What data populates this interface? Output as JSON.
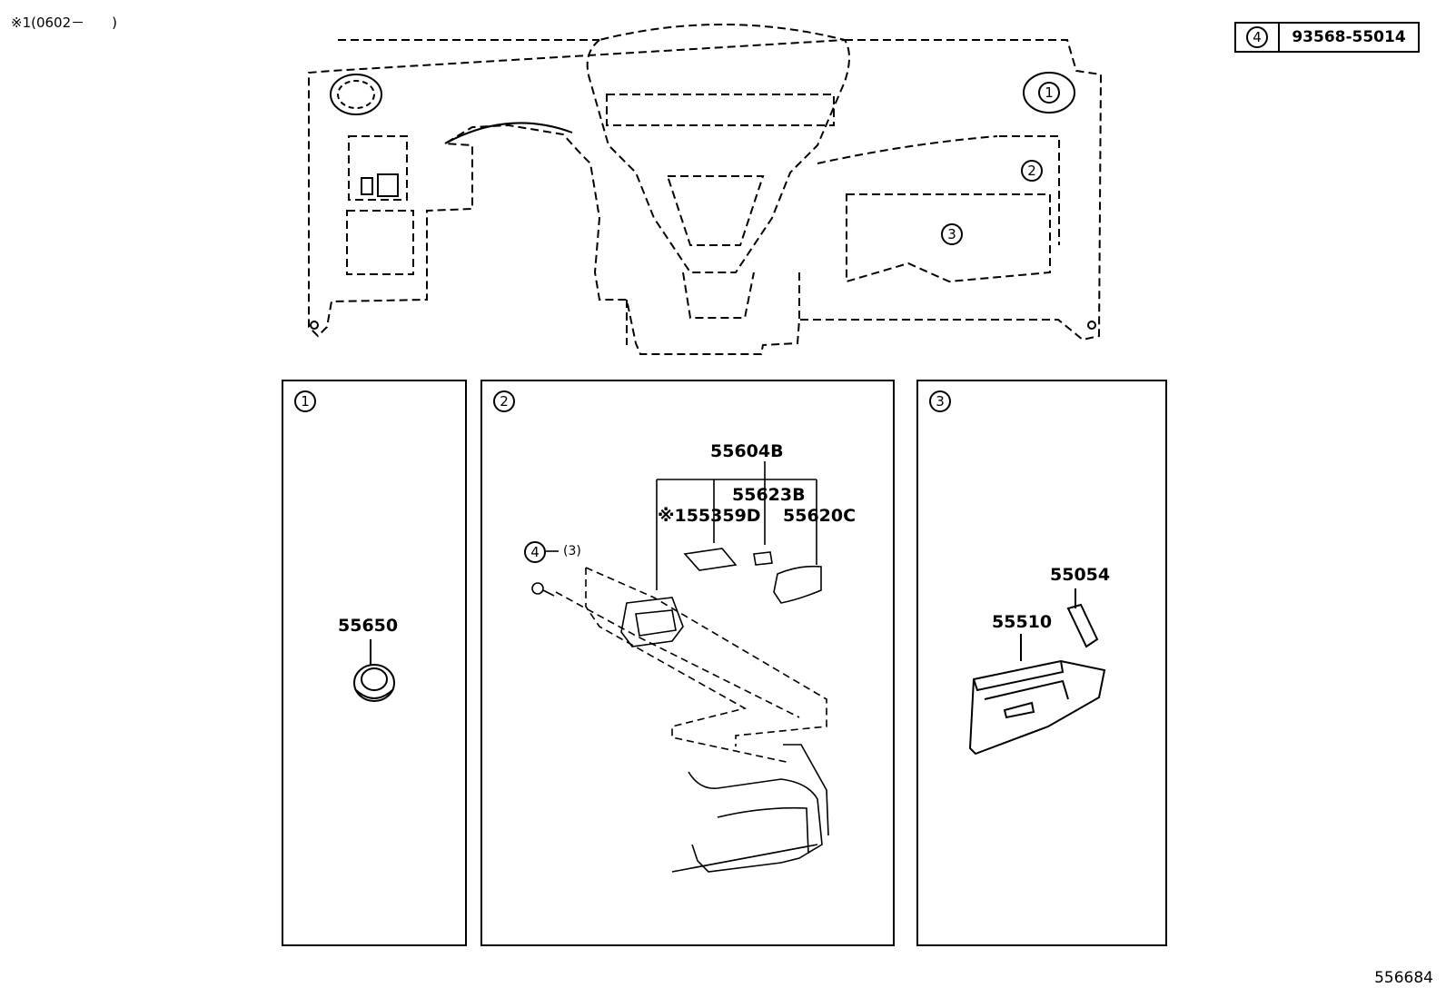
{
  "header": {
    "note": "※1(0602－　　)",
    "figure_number": "556684"
  },
  "legend": {
    "marker": "4",
    "part_number": "93568-55014"
  },
  "overview": {
    "callouts": [
      "1",
      "2",
      "3"
    ]
  },
  "panels": [
    {
      "tag": "1",
      "parts": [
        "55650"
      ]
    },
    {
      "tag": "2",
      "parts": [
        "55604B",
        "55623B",
        "※155359D",
        "55620C"
      ],
      "fastener_marker": "4",
      "fastener_qty": "(3)"
    },
    {
      "tag": "3",
      "parts": [
        "55054",
        "55510"
      ]
    }
  ],
  "colors": {
    "line": "#000000",
    "background": "#ffffff"
  }
}
